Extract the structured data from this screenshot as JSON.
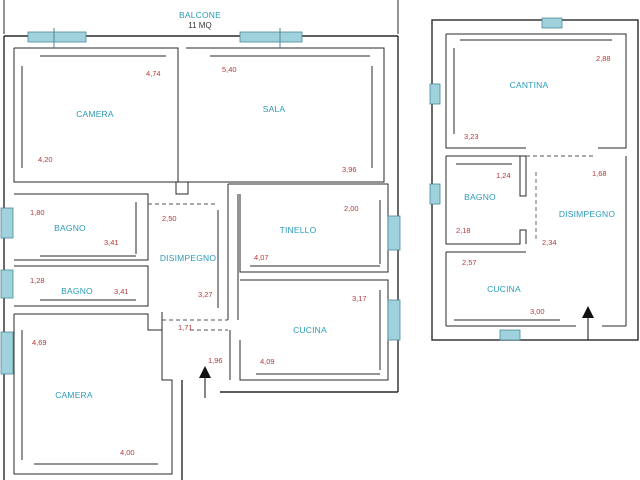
{
  "colors": {
    "room_label": "#2a9bb8",
    "dimension": "#b43a3a",
    "window": "#9fd2dc"
  },
  "header": {
    "balcony_label": "BALCONE",
    "balcony_area": "11 MQ"
  },
  "main_plan": {
    "rooms": {
      "camera_top": "CAMERA",
      "sala": "SALA",
      "bagno_1": "BAGNO",
      "bagno_2": "BAGNO",
      "disimpegno": "DISIMPEGNO",
      "tinello": "TINELLO",
      "cucina": "CUCINA",
      "camera_bottom": "CAMERA"
    },
    "dimensions": {
      "camera_top_w": "4,74",
      "camera_top_h": "4,20",
      "sala_w": "5,40",
      "sala_h": "3,96",
      "bagno_1_h": "1,80",
      "bagno_1_w": "3,41",
      "disimpegno_w": "2,50",
      "tinello_h": "2,00",
      "tinello_w": "4,07",
      "bagno_2_h": "1,28",
      "bagno_2_w": "3,41",
      "disimpegno_h": "3,27",
      "cucina_h": "3,17",
      "corridor_1": "1,71",
      "camera_bottom_h": "4,69",
      "corridor_2": "1,96",
      "cucina_w": "4,09",
      "camera_bottom_w": "4,00"
    }
  },
  "cellar_plan": {
    "rooms": {
      "cantina": "CANTINA",
      "bagno": "BAGNO",
      "disimpegno": "DISIMPEGNO",
      "cucina": "CUCINA"
    },
    "dimensions": {
      "cantina_w": "2,88",
      "cantina_h": "3,23",
      "bagno_h": "1,24",
      "disimpegno_w": "1,68",
      "bagno_w": "2,18",
      "disimpegno_h": "2,34",
      "cucina_h": "2,57",
      "cucina_w": "3,00"
    }
  }
}
